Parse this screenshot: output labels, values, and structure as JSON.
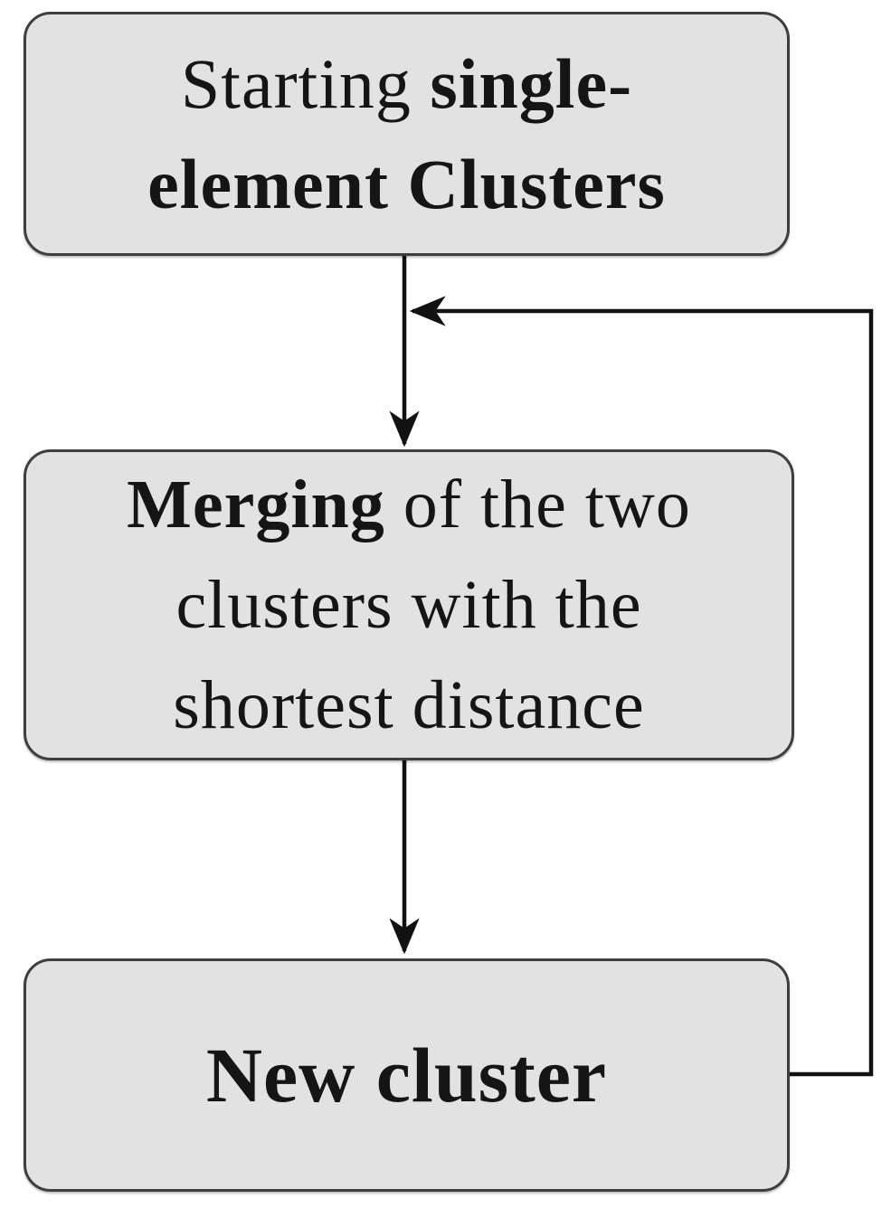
{
  "diagram_type": "flowchart",
  "topic": "agglomerative clustering loop",
  "colors": {
    "bg": "#ffffff",
    "node_fill": "#e2e2e2",
    "node_border": "#3e3e3e",
    "arrow": "#121212",
    "text": "#151515"
  },
  "nodes": {
    "start": {
      "line1_regular": "Starting ",
      "line1_bold": "single-",
      "line2_bold": "element Clusters",
      "full_text": "Starting single-element Clusters"
    },
    "merge": {
      "line1_bold": "Merging",
      "line1_regular": " of the two",
      "line2": "clusters with the",
      "line3": "shortest distance",
      "full_text": "Merging of the two clusters with the shortest distance"
    },
    "new_cluster": {
      "label": "New cluster"
    }
  },
  "edges": [
    {
      "from": "start",
      "to": "merge",
      "style": "arrow-down"
    },
    {
      "from": "merge",
      "to": "new_cluster",
      "style": "arrow-down"
    },
    {
      "from": "new_cluster",
      "to": "start-merge-link",
      "style": "feedback-loop-right",
      "description": "loops from New cluster back into the arrow between Starting clusters and Merging"
    }
  ]
}
